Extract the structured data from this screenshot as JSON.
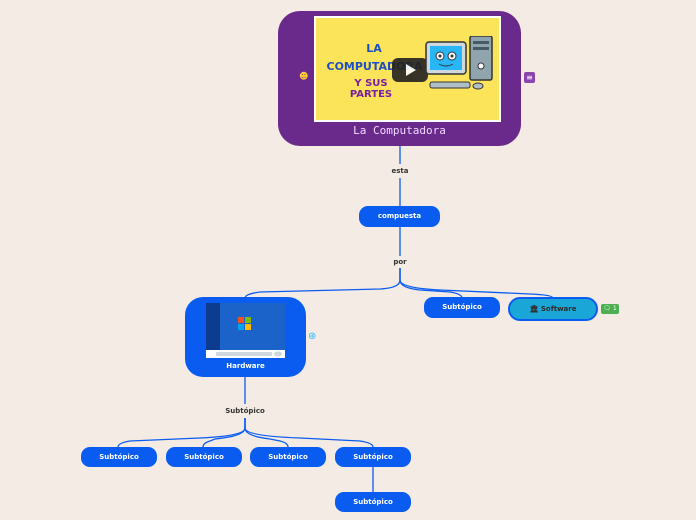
{
  "root": {
    "title": "La Computadora",
    "image_text_1": "LA",
    "image_text_2": "COMPUTADORA",
    "image_text_3": "Y SUS PARTES"
  },
  "labels": {
    "esta": "esta",
    "compuesta": "compuesta",
    "por": "por",
    "subtopico_mid": "Subtópico"
  },
  "nodes": {
    "hardware": "Hardware",
    "subtopico_right": "Subtópico",
    "software": "Software",
    "software_badge": "1",
    "sub1": "Subtópico",
    "sub2": "Subtópico",
    "sub3": "Subtópico",
    "sub4": "Subtópico",
    "sub5": "Subtópico"
  },
  "colors": {
    "background": "#f4ece4",
    "root": "#6a2a8c",
    "node": "#0a5cf0",
    "software": "#1aa6d6",
    "badge": "#4caf50"
  }
}
